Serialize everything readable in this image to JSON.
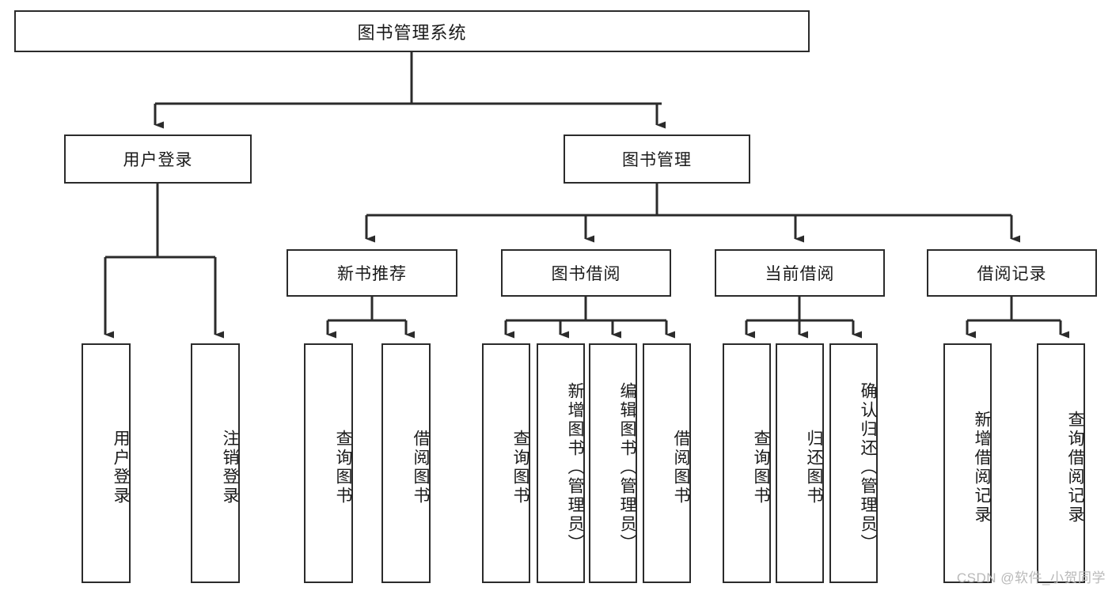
{
  "diagram": {
    "title": "图书管理系统",
    "watermark": "CSDN @软件_小贺同学",
    "colors": {
      "box_border": "#2b2b2b",
      "box_fill": "#ffffff",
      "line": "#2b2b2b",
      "text": "#1a1a1a",
      "watermark": "#b9b9b9"
    },
    "root": {
      "label": "图书管理系统"
    },
    "level2": [
      {
        "label": "用户登录"
      },
      {
        "label": "图书管理"
      }
    ],
    "level3": [
      {
        "label": "新书推荐"
      },
      {
        "label": "图书借阅"
      },
      {
        "label": "当前借阅"
      },
      {
        "label": "借阅记录"
      }
    ],
    "leaves": {
      "user_login": [
        {
          "label": "用户登录"
        },
        {
          "label": "注销登录"
        }
      ],
      "new_book_recommend": [
        {
          "label": "查询图书"
        },
        {
          "label": "借阅图书"
        }
      ],
      "book_borrow": [
        {
          "label": "查询图书"
        },
        {
          "label": "新增图书（管理员）"
        },
        {
          "label": "编辑图书（管理员）"
        },
        {
          "label": "借阅图书"
        }
      ],
      "current_borrow": [
        {
          "label": "查询图书"
        },
        {
          "label": "归还图书"
        },
        {
          "label": "确认归还（管理员）"
        }
      ],
      "borrow_record": [
        {
          "label": "新增借阅记录"
        },
        {
          "label": "查询借阅记录"
        }
      ]
    }
  }
}
